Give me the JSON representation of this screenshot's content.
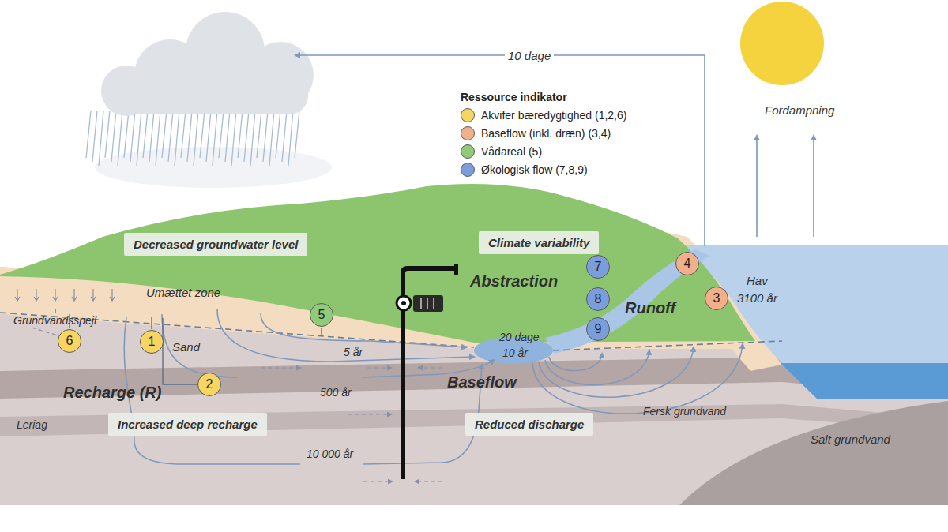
{
  "diagram": {
    "nodes": [
      {
        "text": [
          "Decreased groundwater level"
        ]
      },
      {
        "text": [
          "Climate variability"
        ]
      },
      {
        "text": [
          "7"
        ]
      },
      {
        "text": [
          "4"
        ]
      },
      {
        "text": [
          "8"
        ]
      },
      {
        "text": [
          "3"
        ]
      },
      {
        "text": [
          "5"
        ]
      },
      {
        "text": [
          "9"
        ]
      },
      {
        "text": [
          "6"
        ]
      },
      {
        "text": [
          "1"
        ]
      },
      {
        "text": [
          "2"
        ]
      },
      {
        "text": [
          "Increased deep recharge"
        ]
      },
      {
        "text": [
          "Reduced discharge"
        ]
      }
    ],
    "labels": [
      "10 dage",
      "Ressource indikator",
      "Fordampning",
      "Abstraction",
      "Umættet zone",
      "Grundvandsspejl",
      "Sand",
      "5 år",
      "20 dage",
      "10 år",
      "Runoff",
      "Hav",
      "3100 år",
      "Recharge (R)",
      "500 år",
      "Baseflow",
      "Fersk grundvand",
      "Leriag",
      "Salt grundvand",
      "10 000 år"
    ],
    "legend": [
      {
        "text": "Akvifer bæredygtighed (1,2,6)",
        "color": "#f7d560"
      },
      {
        "text": "Baseflow (inkl. dræn) (3,4)",
        "color": "#f1b08a"
      },
      {
        "text": "Vådareal (5)",
        "color": "#8fcb78"
      },
      {
        "text": "Økologisk flow (7,8,9)",
        "color": "#7b9ddb"
      }
    ]
  }
}
